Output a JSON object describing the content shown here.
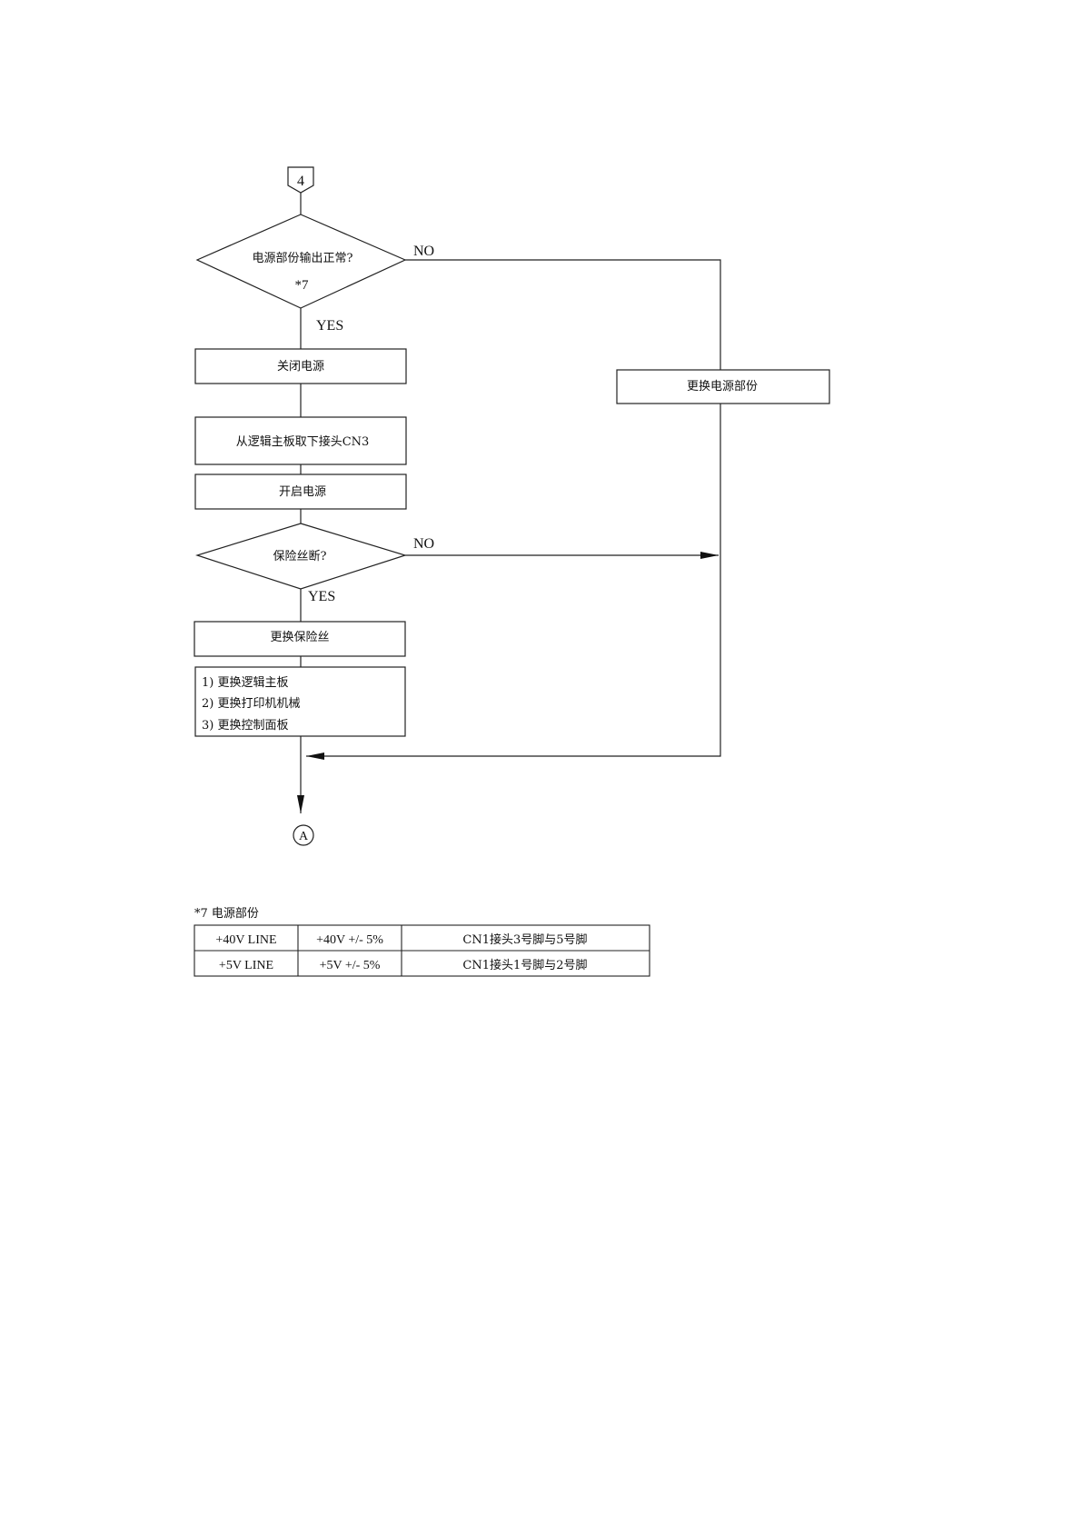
{
  "flowchart": {
    "connector_in": "4",
    "decision_power": {
      "line1": "电源部份输出正常?",
      "line2": "*7"
    },
    "no_label_1": "NO",
    "yes_label_1": "YES",
    "box_power_off": "关闭电源",
    "box_remove_cn3": "从逻辑主板取下接头CN3",
    "box_power_on": "开启电源",
    "decision_fuse": "保险丝断?",
    "no_label_2": "NO",
    "yes_label_2": "YES",
    "box_replace_fuse": "更换保险丝",
    "replace_list": [
      "1) 更换逻辑主板",
      "2) 更换打印机机械",
      "3) 更换控制面板"
    ],
    "box_replace_power": "更换电源部份",
    "connector_out": "A"
  },
  "note": {
    "title": "*7 电源部份",
    "rows": [
      [
        "+40V LINE",
        "+40V +/- 5%",
        "CN1接头3号脚与5号脚"
      ],
      [
        "+5V LINE",
        "+5V +/- 5%",
        "CN1接头1号脚与2号脚"
      ]
    ]
  }
}
